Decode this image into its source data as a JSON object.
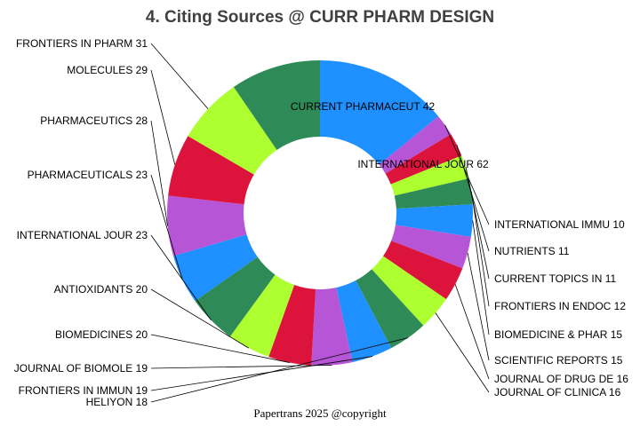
{
  "chart_data": {
    "type": "pie",
    "style": "donut",
    "title": "4. Citing Sources @ CURR PHARM DESIGN",
    "slices": [
      {
        "label": "INTERNATIONAL JOUR 62",
        "value": 62,
        "color": "#1e90ff"
      },
      {
        "label": "INTERNATIONAL IMMU 10",
        "value": 10,
        "color": "#b655d6"
      },
      {
        "label": "NUTRIENTS 11",
        "value": 11,
        "color": "#dc143c"
      },
      {
        "label": "CURRENT TOPICS IN  11",
        "value": 11,
        "color": "#adff2f"
      },
      {
        "label": "FRONTIERS IN ENDOC 12",
        "value": 12,
        "color": "#2e8b57"
      },
      {
        "label": "BIOMEDICINE & PHAR 15",
        "value": 15,
        "color": "#1e90ff"
      },
      {
        "label": "SCIENTIFIC REPORTS 15",
        "value": 15,
        "color": "#b655d6"
      },
      {
        "label": "JOURNAL OF DRUG DE 16",
        "value": 16,
        "color": "#dc143c"
      },
      {
        "label": "JOURNAL OF CLINICA 16",
        "value": 16,
        "color": "#adff2f"
      },
      {
        "label": "HELIYON 18",
        "value": 18,
        "color": "#2e8b57"
      },
      {
        "label": "FRONTIERS IN IMMUN 19",
        "value": 19,
        "color": "#1e90ff"
      },
      {
        "label": "JOURNAL OF BIOMOLE 19",
        "value": 19,
        "color": "#b655d6"
      },
      {
        "label": "BIOMEDICINES 20",
        "value": 20,
        "color": "#dc143c"
      },
      {
        "label": "ANTIOXIDANTS 20",
        "value": 20,
        "color": "#adff2f"
      },
      {
        "label": "INTERNATIONAL JOUR 23",
        "value": 23,
        "color": "#2e8b57"
      },
      {
        "label": "PHARMACEUTICALS 23",
        "value": 23,
        "color": "#1e90ff"
      },
      {
        "label": "PHARMACEUTICS 28",
        "value": 28,
        "color": "#b655d6"
      },
      {
        "label": "MOLECULES 29",
        "value": 29,
        "color": "#dc143c"
      },
      {
        "label": "FRONTIERS IN PHARM 31",
        "value": 31,
        "color": "#adff2f"
      },
      {
        "label": "CURRENT PHARMACEUT 42",
        "value": 42,
        "color": "#2e8b57"
      }
    ],
    "inside_labels": [
      "INTERNATIONAL JOUR 62",
      "CURRENT PHARMACEUT 42"
    ]
  },
  "footer": "Papertrans 2025 @copyright"
}
